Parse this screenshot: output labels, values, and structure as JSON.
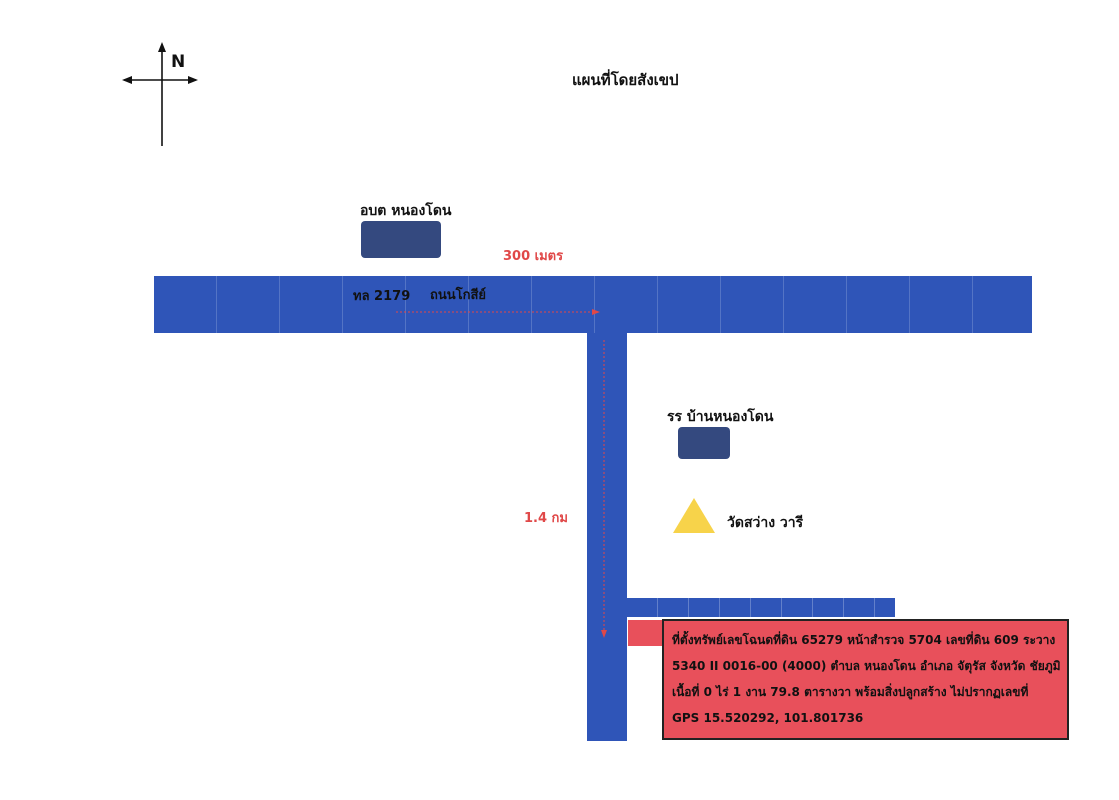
{
  "map": {
    "title": "แผนที่โดยสังเขป",
    "compass": {
      "north_label": "N",
      "icon": "compass-icon"
    },
    "landmarks": {
      "tao": {
        "label": "อบต หนองโดน"
      },
      "school": {
        "label": "รร บ้านหนองโดน"
      },
      "temple": {
        "label": "วัดสว่าง วารี",
        "icon": "triangle-icon"
      }
    },
    "roads": {
      "main": {
        "number": "ทล 2179",
        "name": "ถนนโกสีย์"
      }
    },
    "distances": {
      "east": "300 เมตร",
      "south": "1.4 กม"
    },
    "site_info": {
      "lines": [
        "ที่ตั้งทรัพย์เลขโฉนดที่ดิน 65279 หน้าสำรวจ 5704 เลขที่ดิน 609 ระวาง",
        "5340 II 0016-00 (4000) ตำบล หนองโดน อำเภอ จัตุรัส จังหวัด ชัยภูมิ",
        "เนื้อที่ 0 ไร่ 1 งาน 79.8 ตารางวา พร้อมสิ่งปลูกสร้าง ไม่ปรากฏเลขที่",
        "GPS 15.520292, 101.801736"
      ]
    },
    "colors": {
      "road": "#2f55b8",
      "building": "#34497f",
      "temple": "#f7d34a",
      "site": "#e8505b",
      "distance_text": "#e04848"
    }
  }
}
